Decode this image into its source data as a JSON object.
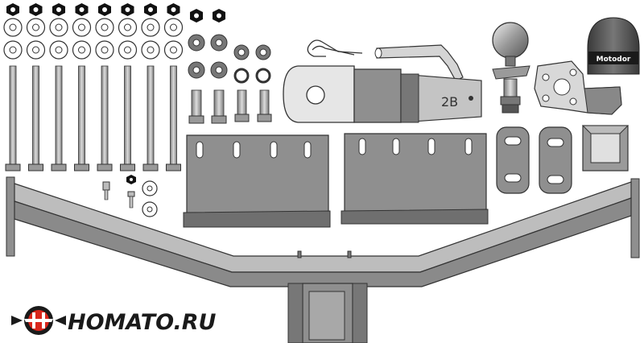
{
  "parts": {
    "ball_mount_stamp": "2B",
    "cover_text": "Motodor",
    "bolt_count": 8
  },
  "brand": {
    "logo_text": "HOMATO.RU",
    "colors": {
      "red": "#d9261c",
      "dark": "#1a1a1a",
      "part_gray": "#8f8f8f",
      "part_light": "#c9c9c9"
    }
  }
}
